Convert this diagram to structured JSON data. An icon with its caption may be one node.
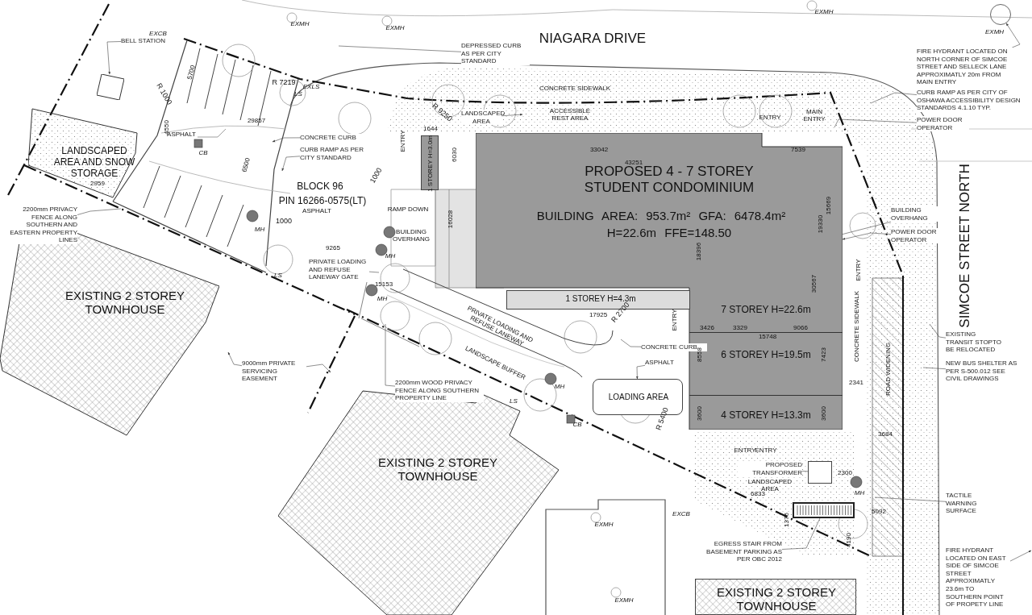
{
  "diagram": {
    "nodes": [
      {
        "text": [
          "PROPOSED 4 - 7 STOREY STUDENT CONDOMINIUM",
          "BUILDING AREA: 953.7m² GFA: 6478.4m²",
          "H=22.6m FFE=148.50"
        ]
      },
      {
        "text": [
          "7 STOREY H=22.6m"
        ],
        "in": 0
      },
      {
        "text": [
          "6 STOREY H=19.5m"
        ],
        "in": 0
      },
      {
        "text": [
          "4 STOREY H=13.3m"
        ],
        "in": 0
      },
      {
        "text": [
          "1 STOREY H=4.3m"
        ]
      },
      {
        "text": [
          "1 STOREY H=3.0m"
        ]
      },
      {
        "text": [
          "EXISTING 2 STOREY TOWNHOUSE"
        ]
      },
      {
        "text": [
          "EXISTING 2 STOREY TOWNHOUSE"
        ]
      },
      {
        "text": [
          "EXISTING 2 STOREY TOWNHOUSE"
        ]
      },
      {
        "text": [
          "LANDSCAPED AREA AND SNOW STORAGE"
        ]
      },
      {
        "text": [
          "LOADING AREA"
        ]
      },
      {
        "text": [],
        "shape": "box"
      },
      {
        "text": [
          "BELL STATION"
        ]
      },
      {
        "text": [],
        "shape": "box"
      },
      {
        "text": [
          "PROPOSED TRANSFORMER"
        ]
      },
      {
        "text": [],
        "shape": "box"
      },
      {
        "text": [
          "EGRESS STAIR FROM BASEMENT PARKING AS PER OBC 2012"
        ]
      },
      {
        "text": [
          "FIRE HYDRANT LOCATED ON NORTH CORNER OF SIMCOE STREET AND SELLECK LANE APPROXIMATLY 20m FROM MAIN ENTRY"
        ]
      },
      {
        "text": [],
        "shape": "circle",
        "beside": [
          "EXMH"
        ]
      },
      {
        "text": [
          "FIRE HYDRANT LOCATED ON EAST SIDE OF SIMCOE STREET APPROXIMATLY 23.6m TO SOUTHERN POINT OF PROPETY LINE"
        ]
      },
      {
        "text": [
          "2200mm PRIVACY FENCE ALONG SOUTHERN AND EASTERN PROPERTY LINES"
        ]
      },
      {
        "text": [
          "DEPRESSED CURB AS PER CITY STANDARD"
        ]
      },
      {
        "text": [
          "CONCRETE CURB"
        ]
      },
      {
        "text": [
          "CURB RAMP AS PER CITY STANDARD"
        ]
      },
      {
        "text": [
          "PRIVATE LOADING AND REFUSE LANEWAY GATE"
        ]
      },
      {
        "text": [
          "9000mm PRIVATE SERVICING EASEMENT"
        ]
      },
      {
        "text": [
          "2200mm WOOD PRIVACY FENCE ALONG SOUTHERN PROPERTY LINE"
        ]
      },
      {
        "text": [
          "CONCRETE CURB"
        ]
      },
      {
        "text": [
          "ASPHALT"
        ]
      },
      {
        "text": [
          "LANDSCAPED AREA"
        ]
      },
      {
        "text": [
          "CURB RAMP AS PER CITY OF OSHAWA ACCESSIBILITY DESIGN STANDARDS 4.1.10 TYP."
        ]
      },
      {
        "text": [
          "POWER DOOR OPERATOR"
        ]
      },
      {
        "text": [
          "BUILDING OVERHANG"
        ]
      },
      {
        "text": [
          "POWER DOOR OPERATOR"
        ]
      },
      {
        "text": [
          "EXISTING TRANSIT STOPTO BE RELOCATED"
        ]
      },
      {
        "text": [
          "NEW BUS SHELTER AS PER S-500.012 SEE CIVIL DRAWINGS"
        ]
      },
      {
        "text": [
          "TACTILE WARNING SURFACE"
        ]
      }
    ],
    "edges": [
      {
        "from": 12,
        "to": 11,
        "arrow": "to"
      },
      {
        "from": 14,
        "to": 13,
        "arrow": "none"
      },
      {
        "from": 16,
        "to": 15,
        "arrow": "none"
      },
      {
        "from": 17,
        "to": 18,
        "arrow": "to"
      },
      {
        "from": 19,
        "to": null,
        "arrow": "to"
      },
      {
        "from": 20,
        "to": null,
        "arrow": "none"
      },
      {
        "from": 21,
        "to": null,
        "arrow": "none"
      },
      {
        "from": 22,
        "to": null,
        "arrow": "to"
      },
      {
        "from": 23,
        "to": null,
        "arrow": "to"
      },
      {
        "from": 24,
        "to": null,
        "arrow": "none"
      },
      {
        "from": 25,
        "to": null,
        "arrow": "to"
      },
      {
        "from": 25,
        "to": null,
        "arrow": "to"
      },
      {
        "from": 26,
        "to": null,
        "arrow": "none"
      },
      {
        "from": 27,
        "to": null,
        "arrow": "none"
      },
      {
        "from": 28,
        "to": 10,
        "arrow": "to"
      },
      {
        "from": 29,
        "to": null,
        "arrow": "to"
      },
      {
        "from": 30,
        "to": null,
        "arrow": "none"
      },
      {
        "from": 31,
        "to": null,
        "arrow": "none"
      },
      {
        "from": 32,
        "to": 0,
        "arrow": "none"
      },
      {
        "from": 33,
        "to": 0,
        "arrow": "to"
      },
      {
        "from": 34,
        "to": null,
        "arrow": "none"
      },
      {
        "from": 35,
        "to": null,
        "arrow": "none"
      },
      {
        "from": 36,
        "to": null,
        "arrow": "none"
      }
    ],
    "labels": [
      "NIAGARA DRIVE",
      "SIMCOE STREET NORTH",
      "BLOCK 96",
      "PIN 16266-0575(LT)",
      "CONCRETE SIDEWALK",
      "ACCESSIBLE REST AREA",
      "ENTRY",
      "MAIN ENTRY",
      "ENTRY",
      "ENTRY",
      "ENTRY",
      "ENTRY",
      "ENTRY",
      "RAMP DOWN",
      "BUILDING OVERHANG",
      "ASPHALT",
      "ASPHALT",
      "CONCRETE SIDEWALK",
      "ROAD WIDENING",
      "LANDSCAPE BUFFER",
      "PRIVATE LOADING AND REFUSE LANEWAY",
      "LANDSCAPED AREA",
      "33042",
      "43251",
      "7539",
      "15669",
      "19330",
      "30567",
      "18396",
      "16028",
      "1644",
      "6030",
      "17925",
      "3426",
      "3329",
      "15748",
      "9066",
      "6833",
      "1376",
      "4190",
      "5092",
      "2300",
      "2341",
      "3684",
      "29857",
      "6500",
      "4550",
      "5700",
      "2959",
      "9265",
      "15153",
      "R 7219",
      "R 9250",
      "R 2700",
      "R 5400",
      "R 1000",
      "1000",
      "1000",
      "MH",
      "CB",
      "MH",
      "MH",
      "MH",
      "CB",
      "MH",
      "EXMH",
      "EXMH",
      "EXMH",
      "EXCB",
      "EXCB",
      "EXMH",
      "EXMH",
      "LS",
      "EXLS",
      "LS",
      "LS",
      "8558",
      "7423",
      "3600",
      "3600"
    ]
  }
}
